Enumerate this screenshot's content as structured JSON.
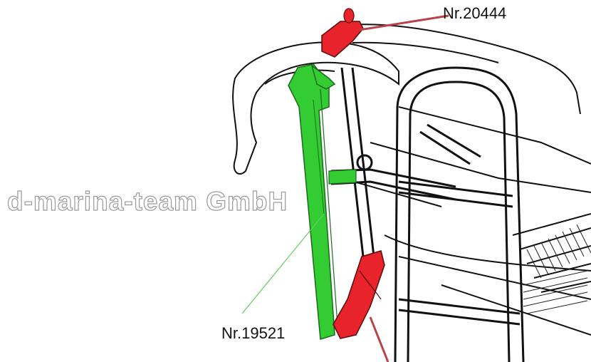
{
  "watermark": "d-marina-team GmbH",
  "callouts": {
    "top_part": "Nr.20444",
    "bottom_part": "Nr.19521"
  },
  "colors": {
    "highlight_green": "#33cc33",
    "highlight_red": "#e8232b",
    "leader_red": "#b8434a",
    "leader_green": "#66cc66",
    "outline": "#111111"
  }
}
